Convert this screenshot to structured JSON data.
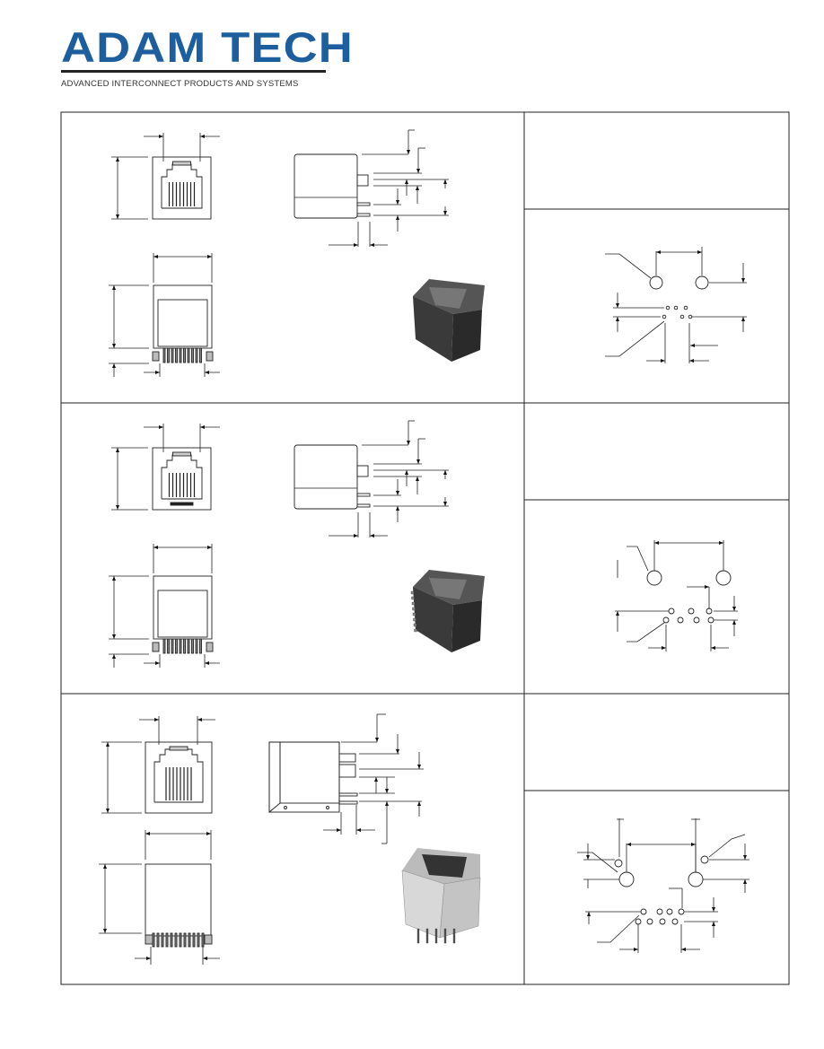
{
  "header": {
    "brand": "ADAM TECH",
    "tagline": "ADVANCED INTERCONNECT PRODUCTS AND SYSTEMS",
    "brand_color": "#1c5e9e"
  },
  "panels": [
    {
      "variant": "unshielded-top-entry"
    },
    {
      "variant": "unshielded-top-entry-led"
    },
    {
      "variant": "shielded-top-entry"
    }
  ]
}
